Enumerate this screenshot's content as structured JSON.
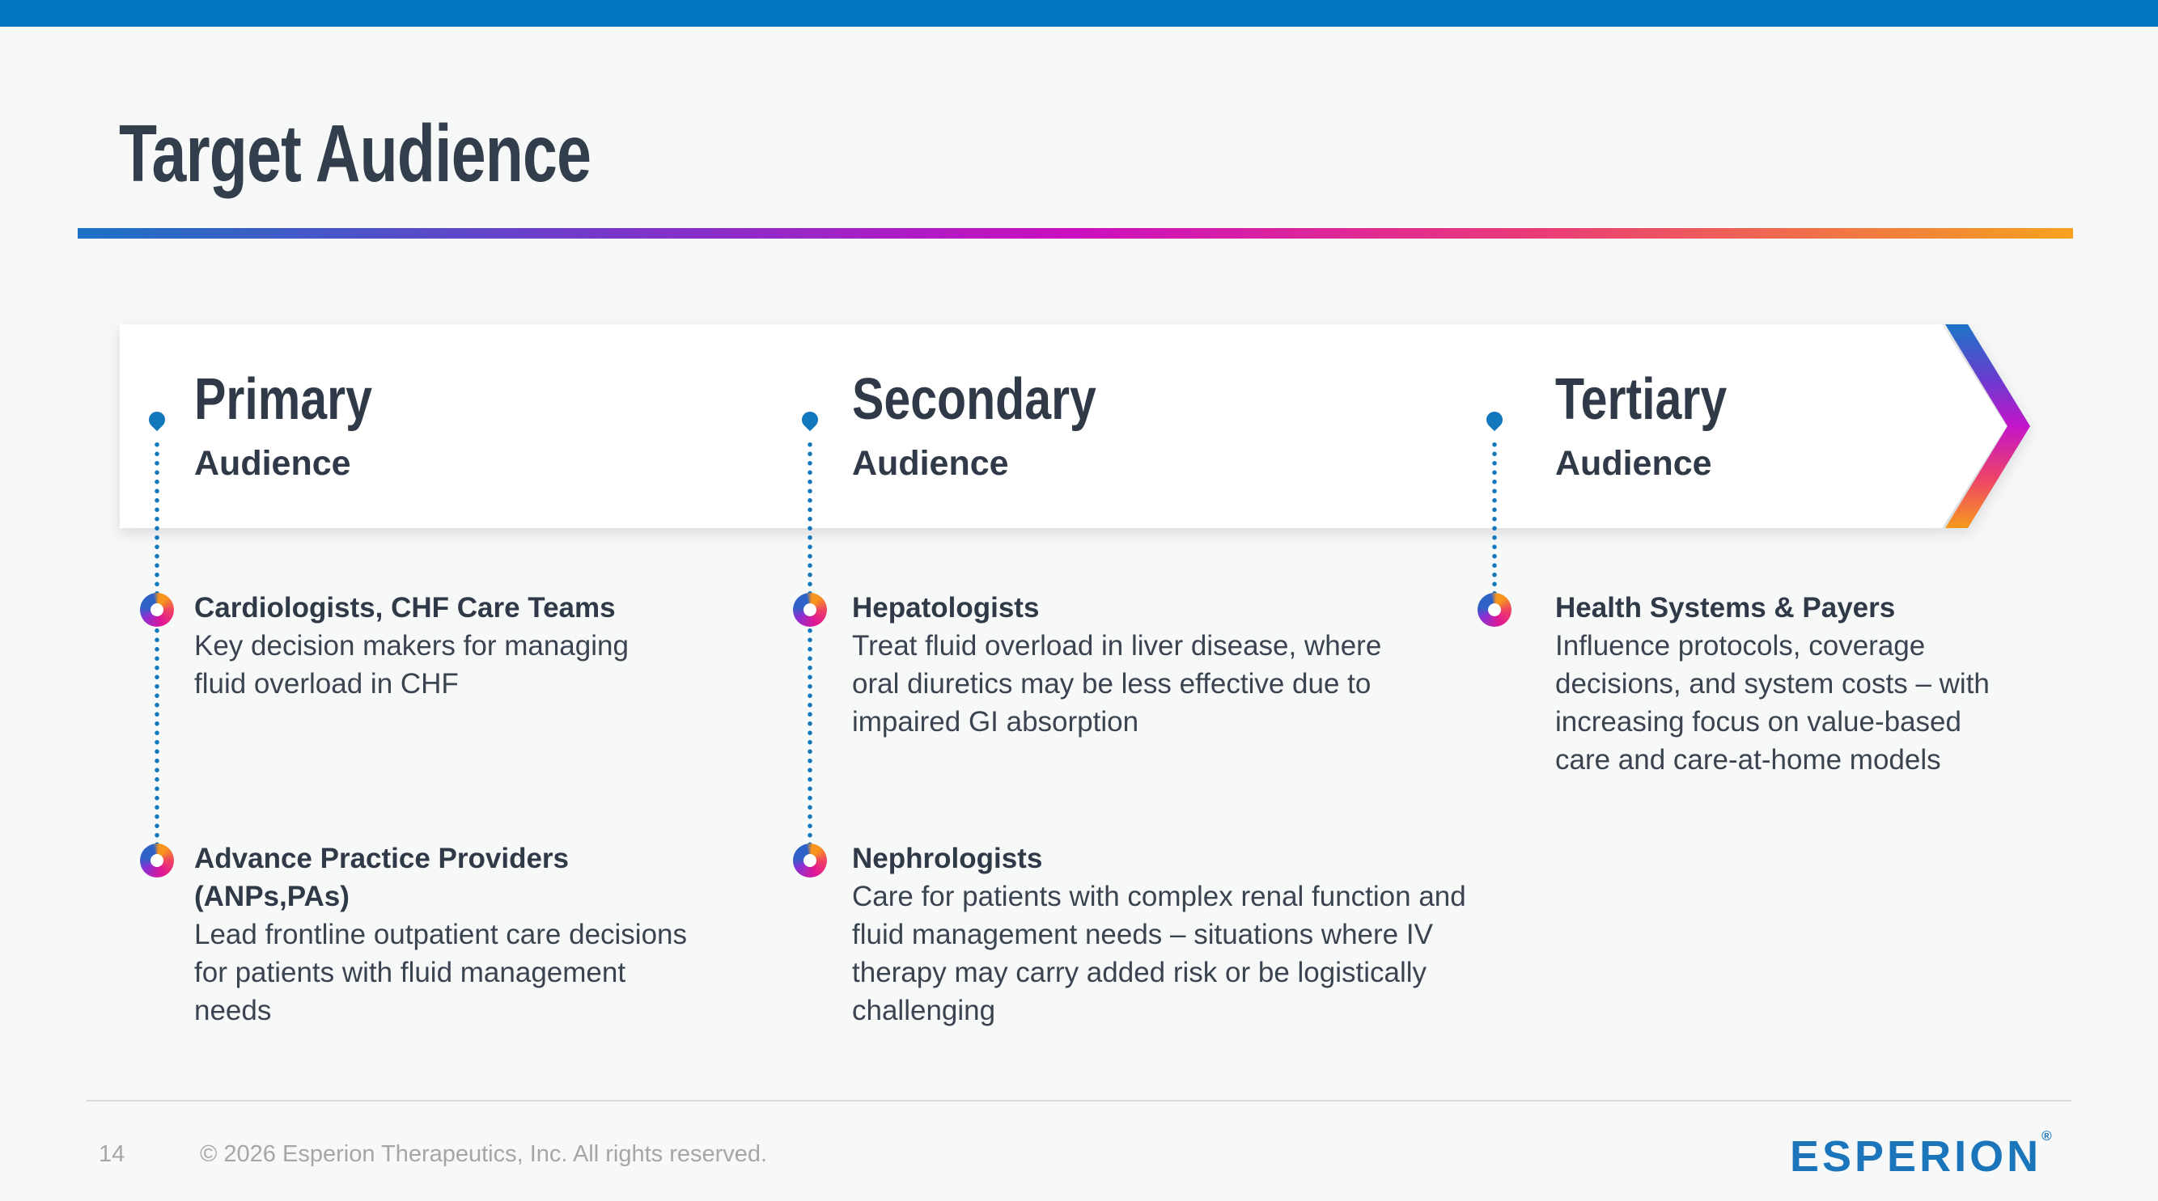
{
  "slide": {
    "title": "Target Audience",
    "background_color": "#f7f8f8",
    "top_bar_color": "#0577c1",
    "heading_text_color": "#2f3947",
    "body_text_color": "#3a4451",
    "accent_blue": "#1377bc",
    "title_rule_gradient": [
      "#1b72c4",
      "#7a36cb",
      "#cc0fc0",
      "#ea3e75",
      "#f6a21e"
    ],
    "arrow_chevron_gradient": [
      "#1c75c6",
      "#6a3bd0",
      "#c315c9",
      "#ee4467",
      "#f79a1e"
    ]
  },
  "columns": [
    {
      "tier": "Primary",
      "label": "Audience",
      "items": [
        {
          "heading": "Cardiologists, CHF Care Teams",
          "body": "Key decision makers for managing fluid overload in CHF"
        },
        {
          "heading": "Advance Practice Providers (ANPs,PAs)",
          "body": "Lead frontline outpatient care decisions for patients with fluid management needs"
        }
      ]
    },
    {
      "tier": "Secondary",
      "label": "Audience",
      "items": [
        {
          "heading": "Hepatologists",
          "body": "Treat fluid overload in liver disease, where oral diuretics may be less effective due to impaired GI absorption"
        },
        {
          "heading": "Nephrologists",
          "body": "Care for patients with complex renal function and fluid management needs – situations where IV therapy may carry added risk or be logistically challenging"
        }
      ]
    },
    {
      "tier": "Tertiary",
      "label": "Audience",
      "items": [
        {
          "heading": "Health Systems & Payers",
          "body": "Influence protocols, coverage decisions, and system costs – with increasing focus on value-based care and care-at-home models"
        }
      ]
    }
  ],
  "footer": {
    "page_number": "14",
    "copyright": "© 2026 Esperion Therapeutics, Inc. All rights reserved.",
    "logo_text": "ESPERION",
    "logo_registered_mark": "®",
    "logo_color": "#1b75bb"
  },
  "icons": {
    "bullet": "gradient-ring-icon",
    "line_start": "teardrop-pin-icon",
    "band_arrow": "chevron-arrow-shape"
  }
}
